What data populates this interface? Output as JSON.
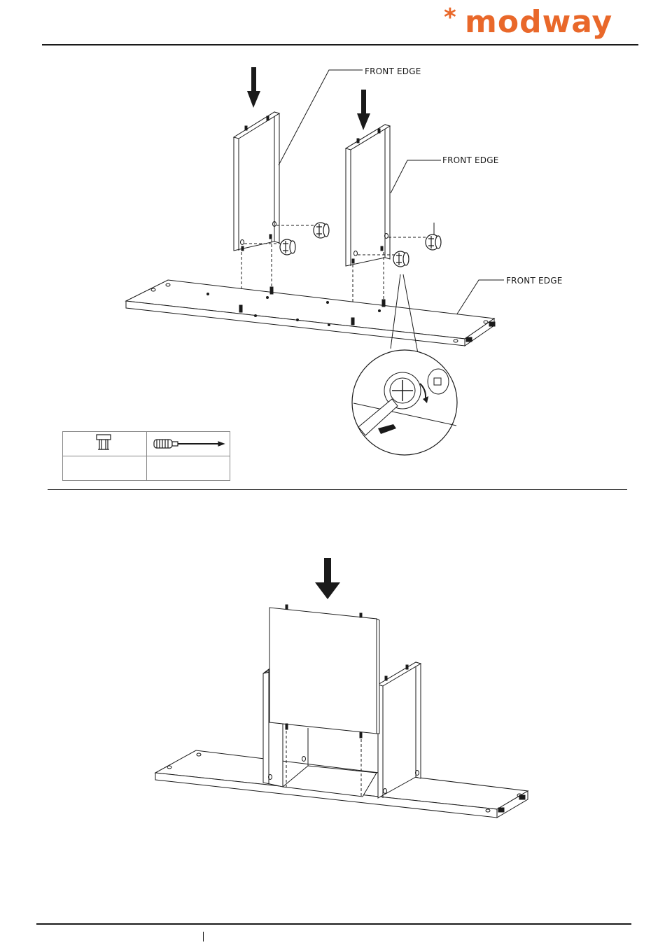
{
  "brand": {
    "name": "modway",
    "star": "*",
    "color": "#e9682a"
  },
  "step_top": {
    "callouts": [
      "FRONT EDGE",
      "FRONT EDGE",
      "FRONT EDGE"
    ]
  },
  "hardware_table": {
    "icons": [
      "cam-lock-icon",
      "screwdriver-icon"
    ],
    "quantities": [
      "",
      ""
    ]
  }
}
